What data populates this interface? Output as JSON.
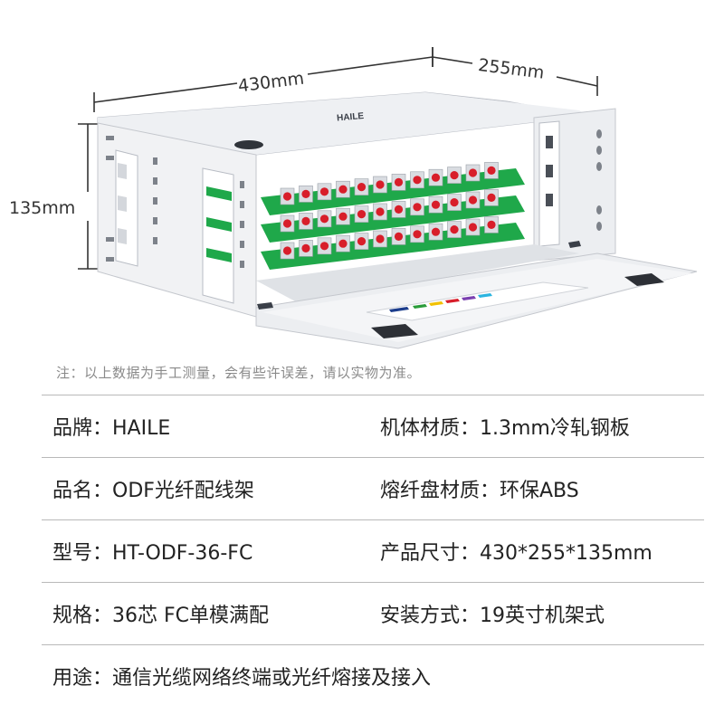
{
  "dimensions": {
    "width": "430mm",
    "depth": "255mm",
    "height": "135mm"
  },
  "product_brand_mark": "HAILE",
  "note": "注：以上数据为手工测量，会有些许误差，请以实物为准。",
  "specs": [
    {
      "left": "品牌：HAILE",
      "right": "机体材质：1.3mm冷轧钢板"
    },
    {
      "left": "品名：ODF光纤配线架",
      "right": "熔纤盘材质：环保ABS"
    },
    {
      "left": "型号：HT-ODF-36-FC",
      "right": "产品尺寸：430*255*135mm"
    },
    {
      "left": "规格：36芯 FC单模满配",
      "right": "安装方式：19英寸机架式"
    },
    {
      "left": "用途：通信光缆网络终端或光纤熔接及接入",
      "right": ""
    }
  ],
  "colors": {
    "adapter_green": "#1fa84a",
    "connector_red": "#d81e2a",
    "steel": "#e4e6ea"
  }
}
